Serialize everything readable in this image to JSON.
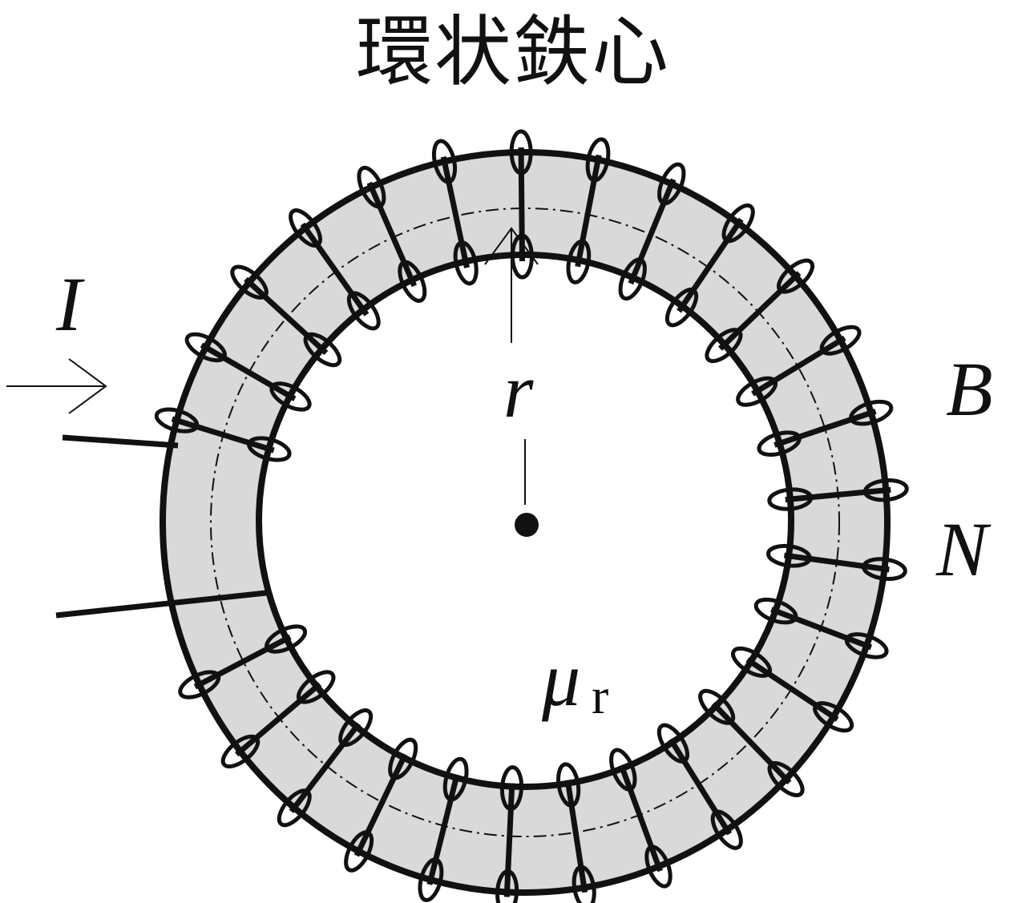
{
  "title": "環状鉄心",
  "labels": {
    "current": "I",
    "radius": "r",
    "field": "B",
    "turns": "N",
    "permeability_symbol": "μ",
    "permeability_subscript": "r"
  }
}
